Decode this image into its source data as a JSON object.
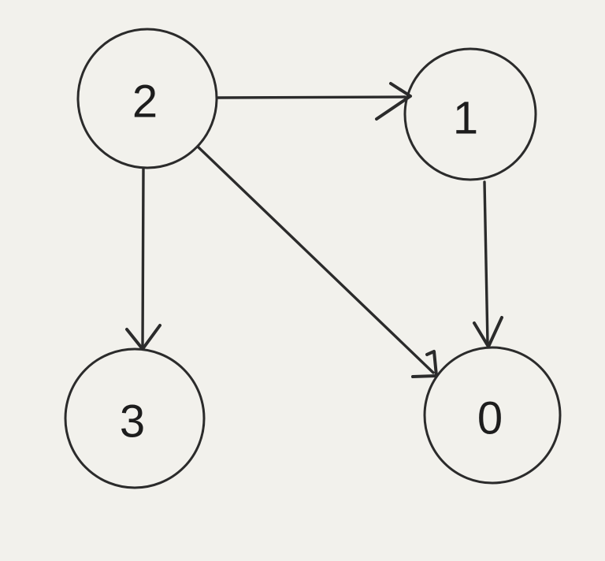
{
  "canvas": {
    "background_color": "#f2f1ec",
    "stroke_color": "#2b2b2b",
    "text_color": "#1d1d1d"
  },
  "graph": {
    "type": "directed-graph",
    "nodes": [
      {
        "id": "2",
        "label": "2"
      },
      {
        "id": "1",
        "label": "1"
      },
      {
        "id": "3",
        "label": "3"
      },
      {
        "id": "0",
        "label": "0"
      }
    ],
    "edges": [
      {
        "from": "2",
        "to": "1"
      },
      {
        "from": "2",
        "to": "3"
      },
      {
        "from": "2",
        "to": "0"
      },
      {
        "from": "1",
        "to": "0"
      }
    ]
  }
}
